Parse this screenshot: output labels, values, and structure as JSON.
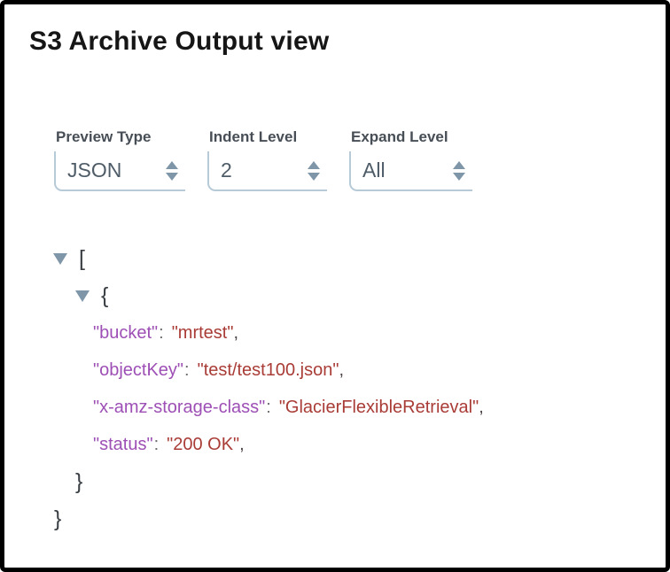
{
  "title": "S3 Archive Output view",
  "controls": [
    {
      "label": "Preview Type",
      "value": "JSON"
    },
    {
      "label": "Indent Level",
      "value": "2"
    },
    {
      "label": "Expand Level",
      "value": "All"
    }
  ],
  "tree": {
    "array_open": "[",
    "object_open": "{",
    "entries": [
      {
        "key": "\"bucket\"",
        "sep": ":",
        "value": "\"mrtest\"",
        "comma": ","
      },
      {
        "key": "\"objectKey\"",
        "sep": ":",
        "value": "\"test/test100.json\"",
        "comma": ","
      },
      {
        "key": "\"x-amz-storage-class\"",
        "sep": ":",
        "value": "\"GlacierFlexibleRetrieval\"",
        "comma": ","
      },
      {
        "key": "\"status\"",
        "sep": ":",
        "value": "\"200 OK\"",
        "comma": ","
      }
    ],
    "object_close": "}",
    "array_close": "}"
  },
  "colors": {
    "json_key": "#9d4fb5",
    "json_value": "#a93c36",
    "control_accent": "#b7cad7",
    "arrow": "#7e96a8",
    "frame_border": "#000000"
  }
}
